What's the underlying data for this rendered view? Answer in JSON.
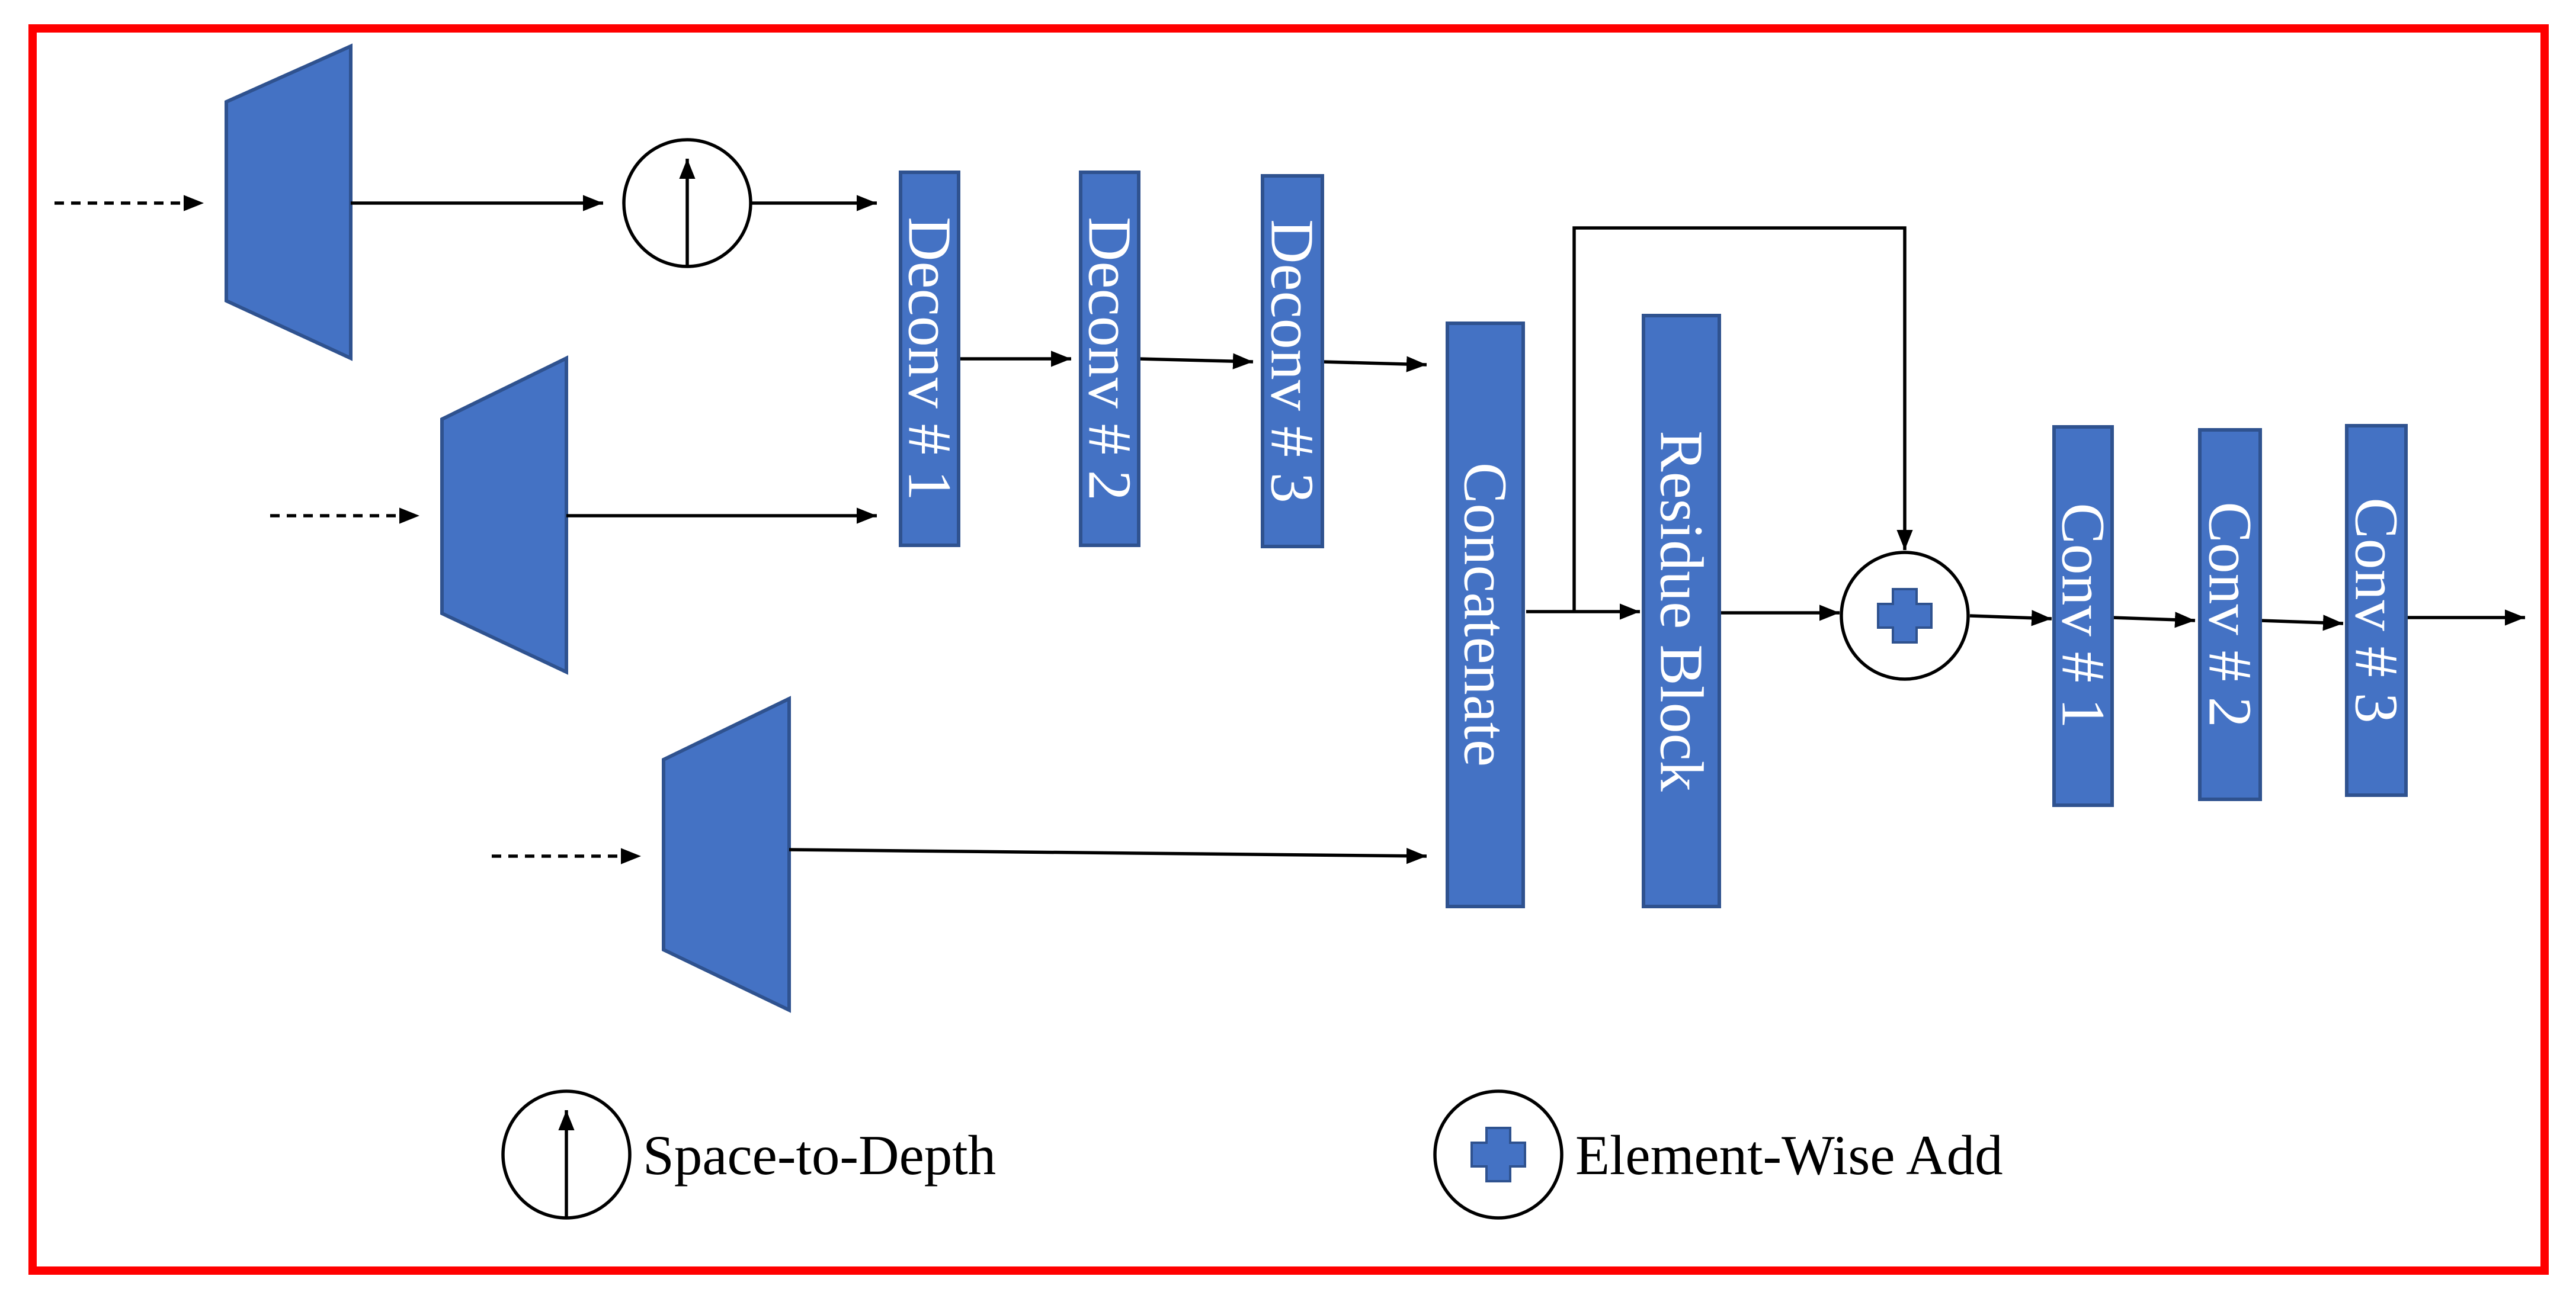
{
  "blocks": {
    "deconv1": "Deconv # 1",
    "deconv2": "Deconv # 2",
    "deconv3": "Deconv # 3",
    "concat": "Concatenate",
    "residue": "Residue Block",
    "conv1": "Conv # 1",
    "conv2": "Conv # 2",
    "conv3": "Conv # 3"
  },
  "legend": {
    "space_to_depth": "Space-to-Depth",
    "element_wise_add": "Element-Wise Add"
  },
  "colors": {
    "block_fill": "#4472C4",
    "block_stroke": "#2F528F",
    "frame": "#FF0000"
  },
  "icons": [
    "space-to-depth-icon",
    "element-wise-add-icon"
  ]
}
